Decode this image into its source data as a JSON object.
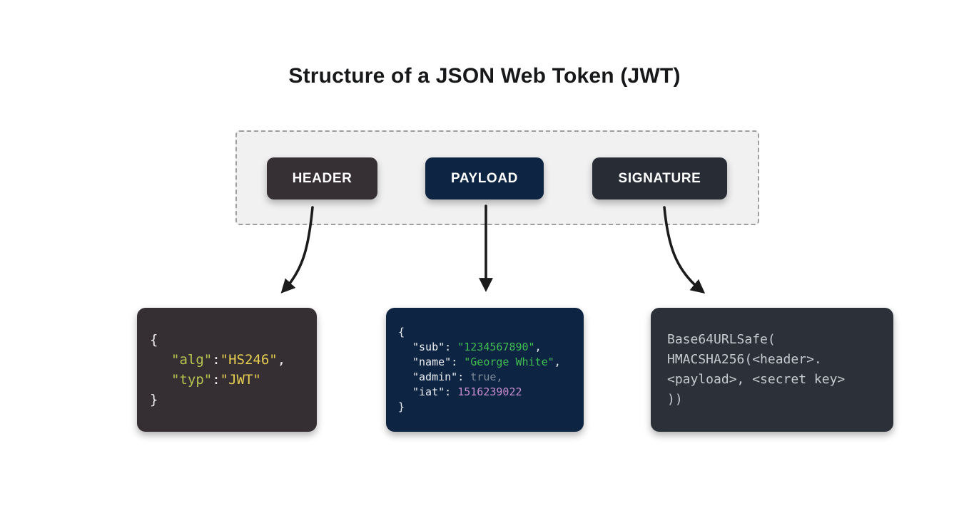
{
  "title": "Structure of a JSON Web Token (JWT)",
  "pills": {
    "header": "HEADER",
    "payload": "PAYLOAD",
    "signature": "SIGNATURE"
  },
  "code": {
    "header": {
      "brace_open": "{",
      "alg": {
        "key": "\"alg\"",
        "sep": ":",
        "value": "\"HS246\"",
        "comma": ","
      },
      "typ": {
        "key": "\"typ\"",
        "sep": ":",
        "value": "\"JWT\""
      },
      "brace_close": "}"
    },
    "payload": {
      "brace_open": "{",
      "sub": {
        "key": "\"sub\"",
        "sep": ": ",
        "value": "\"1234567890\"",
        "comma": ","
      },
      "name": {
        "key": "\"name\"",
        "sep": ": ",
        "value": "\"George White\"",
        "comma": ","
      },
      "admin": {
        "key": "\"admin\"",
        "sep": ": ",
        "value": "true,"
      },
      "iat": {
        "key": "\"iat\"",
        "sep": ": ",
        "value": "1516239022"
      },
      "brace_close": "}"
    },
    "signature": {
      "line1": "Base64URLSafe(",
      "line2": "HMACSHA256(<header>.",
      "line3": "<payload>, <secret key>",
      "line4": "))"
    }
  },
  "colors": {
    "header_pill_bg": "#362f34",
    "payload_pill_bg": "#0d2442",
    "signature_pill_bg": "#272c35",
    "header_box_bg": "#352e32",
    "payload_box_bg": "#0d2442",
    "signature_box_bg": "#2b3039",
    "header_key": "#b8c64f",
    "header_value": "#e5ce51",
    "payload_string": "#3fbd51",
    "payload_bool": "#7e8a9a",
    "payload_number": "#c78ccf",
    "signature_text": "#c7cbd1",
    "strip_bg": "#f1f1f2",
    "strip_border": "#9c9ea0",
    "arrow": "#1b1b1b"
  }
}
